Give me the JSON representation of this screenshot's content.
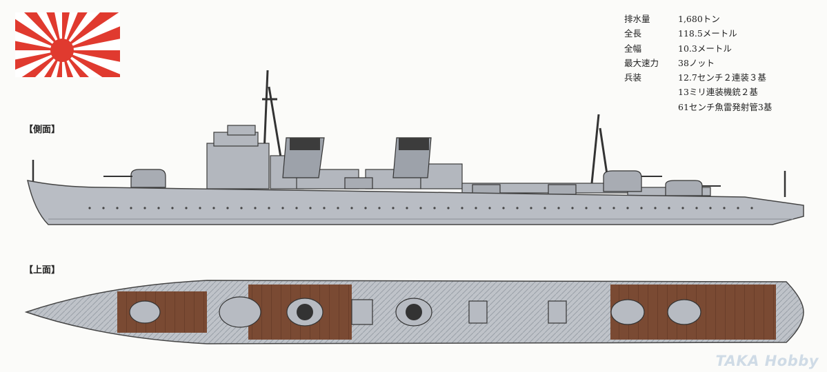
{
  "flag": {
    "name": "rising-sun-ensign",
    "colors": {
      "red": "#e03a2f",
      "white": "#ffffff"
    }
  },
  "specs": [
    {
      "label": "排水量",
      "value": "1,680トン"
    },
    {
      "label": "全長",
      "value": "118.5メートル"
    },
    {
      "label": "全幅",
      "value": "10.3メートル"
    },
    {
      "label": "最大速力",
      "value": "38ノット"
    },
    {
      "label": "兵装",
      "value": "12.7センチ２連装３基"
    },
    {
      "label": "",
      "value": "13ミリ連装機銃２基"
    },
    {
      "label": "",
      "value": "61センチ魚雷発射管3基"
    }
  ],
  "views": {
    "side_label": "【側面】",
    "top_label": "【上面】"
  },
  "colors": {
    "hull": "#b9bdc4",
    "hull_outline": "#444444",
    "deck_wood": "#7a4a33",
    "deck_steel": "#bfc3c9"
  },
  "watermark": "TAKA Hobby"
}
